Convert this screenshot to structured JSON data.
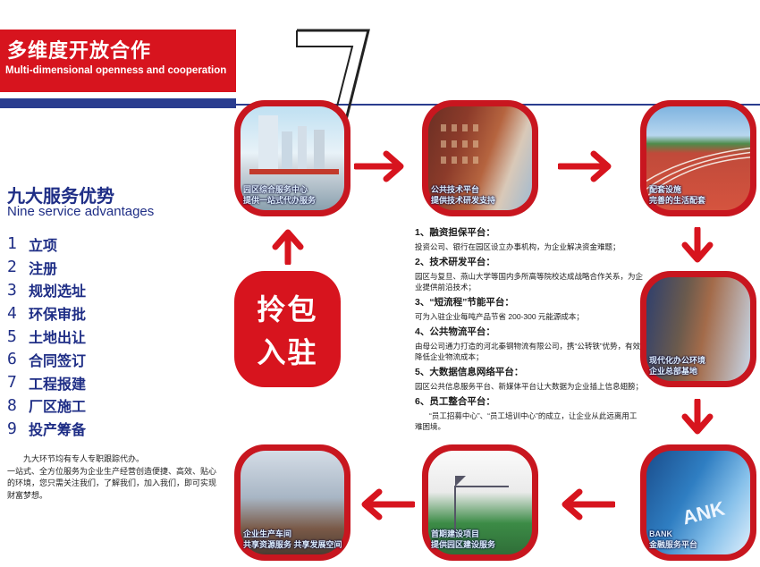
{
  "banner": {
    "title_cn": "多维度开放合作",
    "title_en": "Multi-dimensional openness and cooperation",
    "number": "7"
  },
  "advantages": {
    "title_cn": "九大服务优势",
    "title_en": "Nine service advantages",
    "steps": [
      {
        "num": "1",
        "label": "立项"
      },
      {
        "num": "2",
        "label": "注册"
      },
      {
        "num": "3",
        "label": "规划选址"
      },
      {
        "num": "4",
        "label": "环保审批"
      },
      {
        "num": "5",
        "label": "土地出让"
      },
      {
        "num": "6",
        "label": "合同签订"
      },
      {
        "num": "7",
        "label": "工程报建"
      },
      {
        "num": "8",
        "label": "厂区施工"
      },
      {
        "num": "9",
        "label": "投产筹备"
      }
    ],
    "note1": "九大环节均有专人专职跟踪代办。",
    "note2": "一站式、全方位服务为企业生产经营创造便捷、高效、贴心的环境，您只需关注我们，了解我们，加入我们，即可实现财富梦想。"
  },
  "center": {
    "line1": "拎包",
    "line2": "入驻"
  },
  "tiles": {
    "t1": {
      "caption1": "园区综合服务中心",
      "caption2": "提供一站式代办服务"
    },
    "t2": {
      "caption1": "公共技术平台",
      "caption2": "提供技术研发支持"
    },
    "t3": {
      "caption1": "配套设施",
      "caption2": "完善的生活配套"
    },
    "t4": {
      "caption1": "现代化办公环境",
      "caption2": "企业总部基地"
    },
    "t5": {
      "caption1": "BANK",
      "caption2": "金融服务平台"
    },
    "t6": {
      "caption1": "首期建设项目",
      "caption2": "提供园区建设服务"
    },
    "t7": {
      "caption1": "企业生产车间",
      "caption2": "共享资源服务 共享发展空间"
    }
  },
  "services": [
    {
      "title": "1、融资担保平台：",
      "desc": "投资公司、银行在园区设立办事机构，为企业解决资金难题；"
    },
    {
      "title": "2、技术研发平台：",
      "desc": "园区与复旦、燕山大学等国内多所高等院校达成战略合作关系，为企业提供前沿技术；"
    },
    {
      "title": "3、“短流程”节能平台：",
      "desc": "可为入驻企业每吨产品节省 200-300 元能源成本；"
    },
    {
      "title": "4、公共物流平台：",
      "desc": "由母公司通力打造的河北秦钢物流有限公司，携“公转铁”优势，有效降低企业物流成本；"
    },
    {
      "title": "5、大数据信息网络平台：",
      "desc": "园区公共信息服务平台、新媒体平台让大数据为企业插上信息翅膀；"
    },
    {
      "title": "6、员工整合平台：",
      "desc": "“员工招募中心”、“员工培训中心”的成立，让企业从此远离用工难困境。"
    }
  ],
  "colors": {
    "accent_red": "#d7141e",
    "navy": "#1f2e86"
  }
}
